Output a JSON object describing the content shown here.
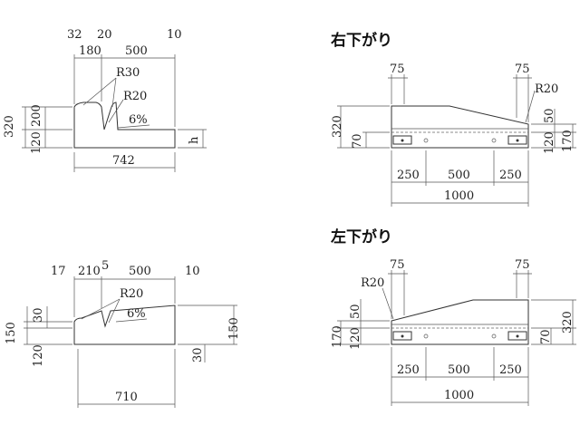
{
  "views": {
    "section_a": {
      "top_dims": [
        "32",
        "20",
        "180",
        "500",
        "10"
      ],
      "radius_labels": [
        "R30",
        "R20"
      ],
      "slope": "6%",
      "left_dims": [
        "320",
        "200",
        "120"
      ],
      "right_dim": "h",
      "bottom_dim": "742"
    },
    "section_b": {
      "top_dims": [
        "17",
        "210",
        "5",
        "500",
        "10"
      ],
      "radius_label": "R20",
      "slope": "6%",
      "left_dims": [
        "150",
        "30",
        "120"
      ],
      "right_dims": [
        "150",
        "30"
      ],
      "bottom_dim": "710"
    },
    "right_down": {
      "heading": "右下がり",
      "top_dims": [
        "75",
        "75"
      ],
      "radius_label": "R20",
      "left_dims": [
        "320",
        "70"
      ],
      "right_dims": [
        "50",
        "120",
        "170"
      ],
      "bottom_dims": [
        "250",
        "500",
        "250"
      ],
      "total_dim": "1000"
    },
    "left_down": {
      "heading": "左下がり",
      "top_dims": [
        "75",
        "75"
      ],
      "radius_label": "R20",
      "left_dims": [
        "50",
        "170",
        "120"
      ],
      "right_dims": [
        "320",
        "70"
      ],
      "bottom_dims": [
        "250",
        "500",
        "250"
      ],
      "total_dim": "1000"
    }
  }
}
